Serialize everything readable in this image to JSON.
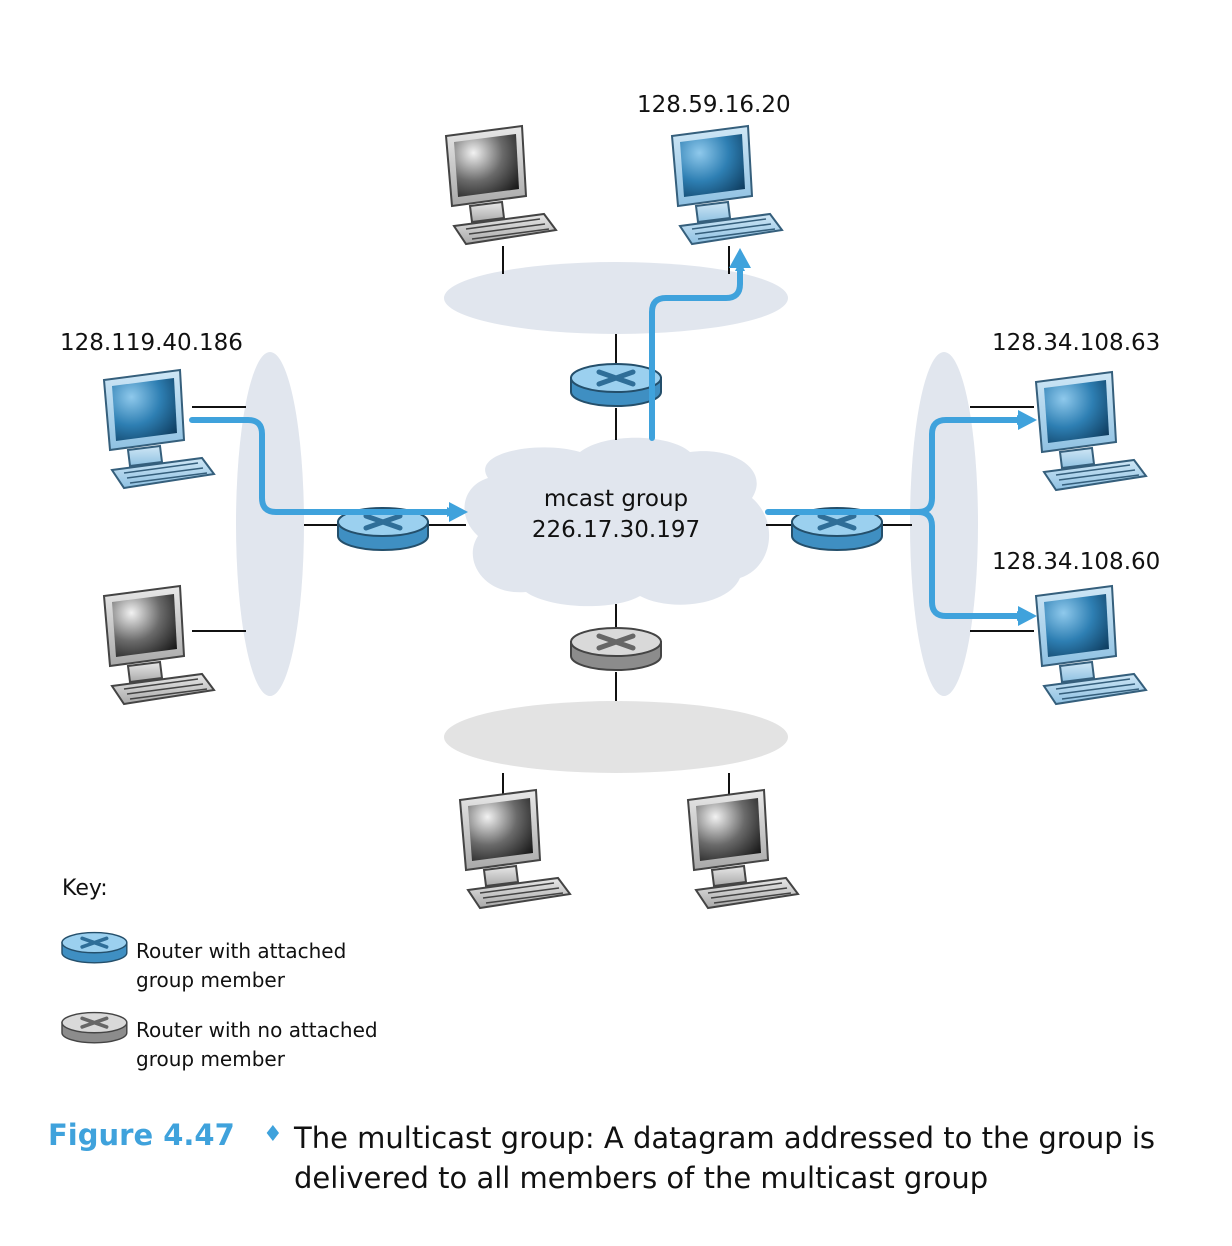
{
  "hosts": {
    "top_right": "128.59.16.20",
    "left_top": "128.119.40.186",
    "right_top": "128.34.108.63",
    "right_bottom": "128.34.108.60"
  },
  "cloud": {
    "line1": "mcast group",
    "line2": "226.17.30.197"
  },
  "key": {
    "title": "Key:",
    "member_router_line1": "Router with attached",
    "member_router_line2": "group member",
    "nonmember_router_line1": "Router with no attached",
    "nonmember_router_line2": "group member"
  },
  "caption": {
    "figure": "Figure 4.47",
    "diamond": "♦",
    "text": "The multicast group: A datagram addressed to the group is delivered to all members of the multicast group"
  },
  "colors": {
    "arrow": "#3fa2dc",
    "lan_ellipse": "#e1e6ee",
    "lan_ellipse_gray": "#e3e3e3",
    "router_blue": "#7fbfe6",
    "router_gray": "#c8c8c8"
  }
}
